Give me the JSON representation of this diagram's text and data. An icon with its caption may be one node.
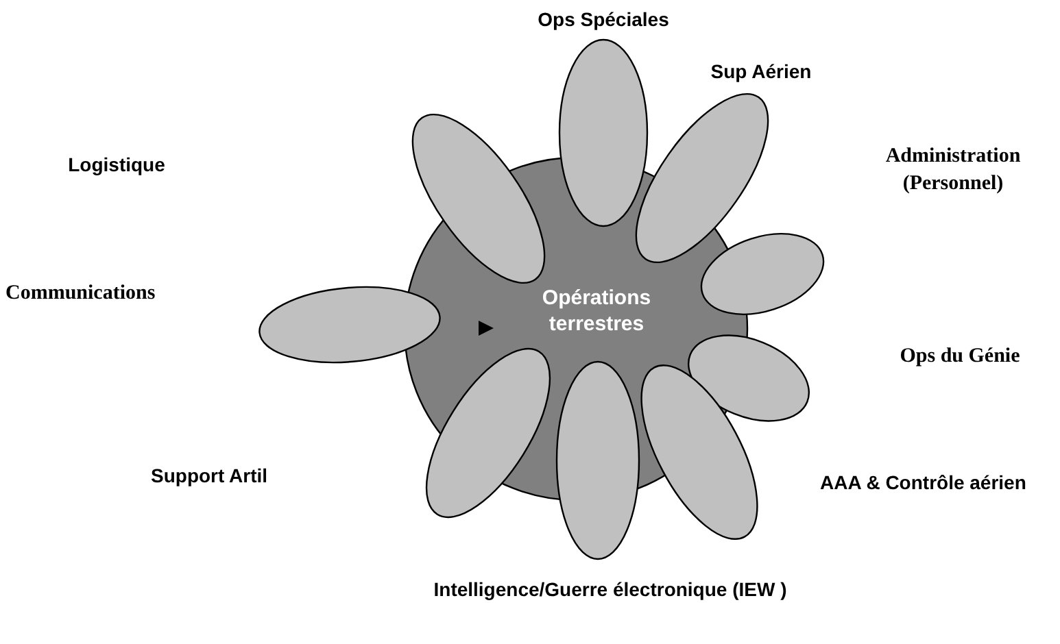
{
  "diagram": {
    "nodes": [
      {
        "text": [
          "Opérations terrestres"
        ]
      }
    ],
    "labels": [
      "Ops Spéciales",
      "Sup Aérien",
      "Logistique",
      "Administration (Personnel)",
      "Communications",
      "Ops du Génie",
      "Support Artil",
      "AAA & Contrôle aérien",
      "Intelligence/Guerre électronique (IEW )"
    ]
  }
}
